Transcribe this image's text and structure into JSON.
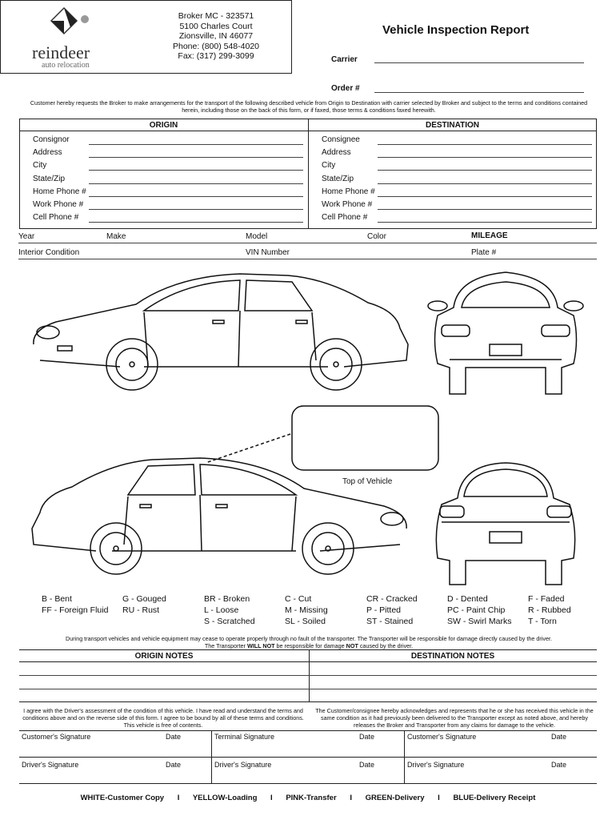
{
  "broker": {
    "name": "reindeer",
    "tagline": "auto relocation",
    "lines": [
      "Broker MC - 323571",
      "5100 Charles Court",
      "Zionsville, IN 46077",
      "Phone: (800) 548-4020",
      "Fax: (317) 299-3099"
    ]
  },
  "title": "Vehicle Inspection Report",
  "header_fields": {
    "carrier": "Carrier",
    "order": "Order #"
  },
  "intro_text": "Customer hereby requests the Broker to make arrangements for the transport of the following described vehicle from Origin to Destination with carrier selected by Broker and subject to the terms and conditions contained herein, including those on the back of this form, or if faxed, those terms & conditions faxed herewith.",
  "origin": {
    "heading": "ORIGIN",
    "fields": [
      "Consignor",
      "Address",
      "City",
      "State/Zip",
      "Home Phone #",
      "Work Phone #",
      "Cell Phone #"
    ]
  },
  "destination": {
    "heading": "DESTINATION",
    "fields": [
      "Consignee",
      "Address",
      "City",
      "State/Zip",
      "Home Phone #",
      "Work Phone #",
      "Cell Phone #"
    ]
  },
  "vehicle": {
    "year": "Year",
    "make": "Make",
    "model": "Model",
    "color": "Color",
    "mileage": "MILEAGE",
    "interior": "Interior Condition",
    "vin": "VIN Number",
    "plate": "Plate #"
  },
  "top_of_vehicle": "Top of Vehicle",
  "damage_codes": [
    [
      "B - Bent",
      "FF - Foreign Fluid"
    ],
    [
      "G - Gouged",
      "RU - Rust"
    ],
    [
      "BR - Broken",
      "L - Loose",
      "S - Scratched"
    ],
    [
      "C - Cut",
      "M - Missing",
      "SL - Soiled"
    ],
    [
      "CR - Cracked",
      "P - Pitted",
      "ST - Stained"
    ],
    [
      "D - Dented",
      "PC - Paint Chip",
      "SW - Swirl Marks"
    ],
    [
      "F - Faded",
      "R - Rubbed",
      "T - Torn"
    ]
  ],
  "disclaimer": {
    "line1": "During transport vehicles and vehicle equipment may cease to operate properly through no fault of the transporter. The Transporter will be responsible for damage directly caused by the driver.",
    "line2_a": "The Transporter ",
    "line2_b": "WILL NOT",
    "line2_c": " be responsible for damage ",
    "line2_d": "NOT",
    "line2_e": " caused by the driver."
  },
  "notes": {
    "origin": "ORIGIN NOTES",
    "destination": "DESTINATION NOTES"
  },
  "agree_origin": "I agree with the Driver's assessment of the condition of this vehicle. I have read and understand the terms and conditions above and on the reverse side of this form. I agree to be bound by all of these terms and conditions. This vehicle is free of contents.",
  "agree_destination": "The Customer/consignee hereby acknowledges and represents that he or she has received this vehicle in the same condition as it had previously been delivered to the Transporter except as noted above, and hereby releases the Broker and Transporter from any claims for damage to the vehicle.",
  "signatures": {
    "customer": "Customer's Signature",
    "date": "Date",
    "terminal": "Terminal Signature",
    "driver": "Driver's Signature"
  },
  "copies": [
    "WHITE-Customer Copy",
    "YELLOW-Loading",
    "PINK-Transfer",
    "GREEN-Delivery",
    "BLUE-Delivery Receipt"
  ],
  "separator": "I"
}
